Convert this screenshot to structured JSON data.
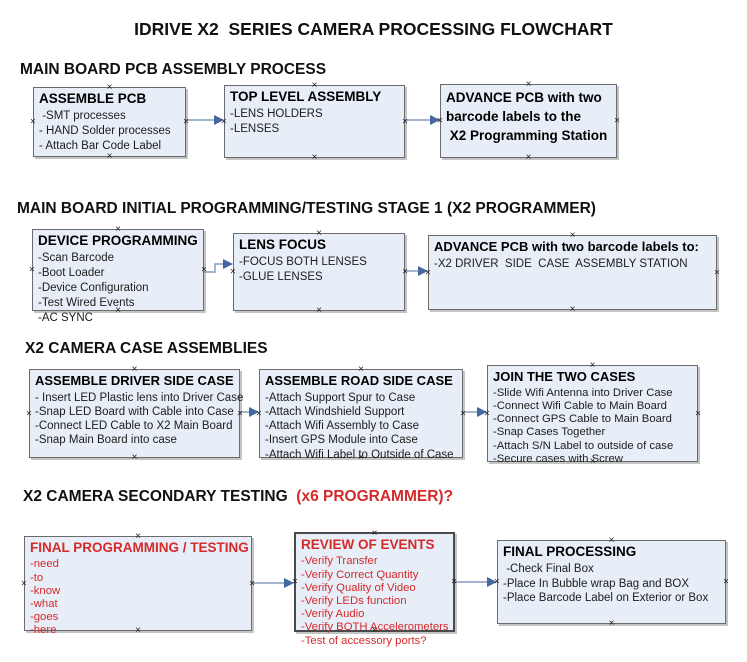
{
  "title": "IDRIVE X2  SERIES CAMERA PROCESSING FLOWCHART",
  "connection_marker_glyph": "×",
  "colors": {
    "box_fill": "#e8eef7",
    "box_border": "#6b6b6b",
    "red": "#d42a2a",
    "arrow_line": "#94aac8",
    "arrow_head": "#44689f",
    "text_dark": "#1c1c1c"
  },
  "sections": {
    "s1": {
      "heading": "MAIN BOARD PCB ASSEMBLY PROCESS"
    },
    "s2": {
      "heading": "MAIN BOARD INITIAL PROGRAMMING/TESTING STAGE 1 (X2 PROGRAMMER)"
    },
    "s3": {
      "heading": "X2 CAMERA CASE ASSEMBLIES"
    },
    "s4": {
      "heading_black": "X2 CAMERA SECONDARY TESTING ",
      "heading_red": " (x6 PROGRAMMER)?"
    }
  },
  "boxes": {
    "assemble_pcb": {
      "title": "ASSEMBLE PCB",
      "items": [
        " -SMT processes",
        "- HAND Solder processes",
        "- Attach Bar Code Label"
      ]
    },
    "top_level_assembly": {
      "title": "TOP LEVEL ASSEMBLY",
      "items": [
        "-LENS HOLDERS",
        "-LENSES"
      ]
    },
    "advance_pcb_station": {
      "lines": [
        "ADVANCE PCB with two",
        "barcode labels to the",
        " X2 Programming Station"
      ]
    },
    "device_programming": {
      "title": "DEVICE PROGRAMMING",
      "items": [
        "-Scan Barcode",
        "-Boot Loader",
        "-Device Configuration",
        "-Test Wired Events",
        "-AC SYNC"
      ]
    },
    "lens_focus": {
      "title": "LENS FOCUS",
      "items": [
        "-FOCUS BOTH LENSES",
        "-GLUE LENSES"
      ]
    },
    "advance_pcb_driver_side": {
      "title": "ADVANCE PCB with two barcode labels to:",
      "items": [
        "-X2 DRIVER  SIDE  CASE  ASSEMBLY STATION"
      ]
    },
    "assemble_driver_side_case": {
      "title": "ASSEMBLE DRIVER SIDE CASE",
      "items": [
        "- Insert LED Plastic lens into Driver Case",
        "-Snap LED Board with Cable into Case",
        "-Connect LED Cable to X2 Main Board",
        "-Snap Main Board into case"
      ]
    },
    "assemble_road_side_case": {
      "title": "ASSEMBLE ROAD SIDE CASE",
      "items": [
        "-Attach Support Spur to Case",
        "-Attach Windshield Support",
        "-Attach Wifi Assembly to Case",
        "-Insert GPS Module into Case",
        "-Attach Wifi Label to Outside of Case"
      ]
    },
    "join_the_two_cases": {
      "title": "JOIN THE TWO CASES",
      "items": [
        "-Slide Wifi Antenna into Driver Case",
        "-Connect Wifi Cable to Main Board",
        "-Connect GPS Cable to Main Board",
        "-Snap Cases Together",
        "-Attach S/N Label to outside of case",
        "-Secure cases with Screw"
      ]
    },
    "final_programming_testing": {
      "title": "FINAL PROGRAMMING / TESTING",
      "items": [
        "-need",
        "-to",
        "-know",
        "-what",
        "-goes",
        "-here"
      ]
    },
    "review_of_events": {
      "title": "REVIEW OF EVENTS",
      "items": [
        "-Verify Transfer",
        "-Verify Correct Quantity",
        "-Verify Quality of Video",
        "-Verify LEDs function",
        "-Verify Audio",
        "-Verify BOTH Accelerometers",
        "-Test of accessory ports?"
      ]
    },
    "final_processing": {
      "title": "FINAL PROCESSING",
      "items": [
        " -Check Final Box",
        "-Place In Bubble wrap Bag and BOX",
        "-Place Barcode Label on Exterior or Box"
      ]
    }
  }
}
